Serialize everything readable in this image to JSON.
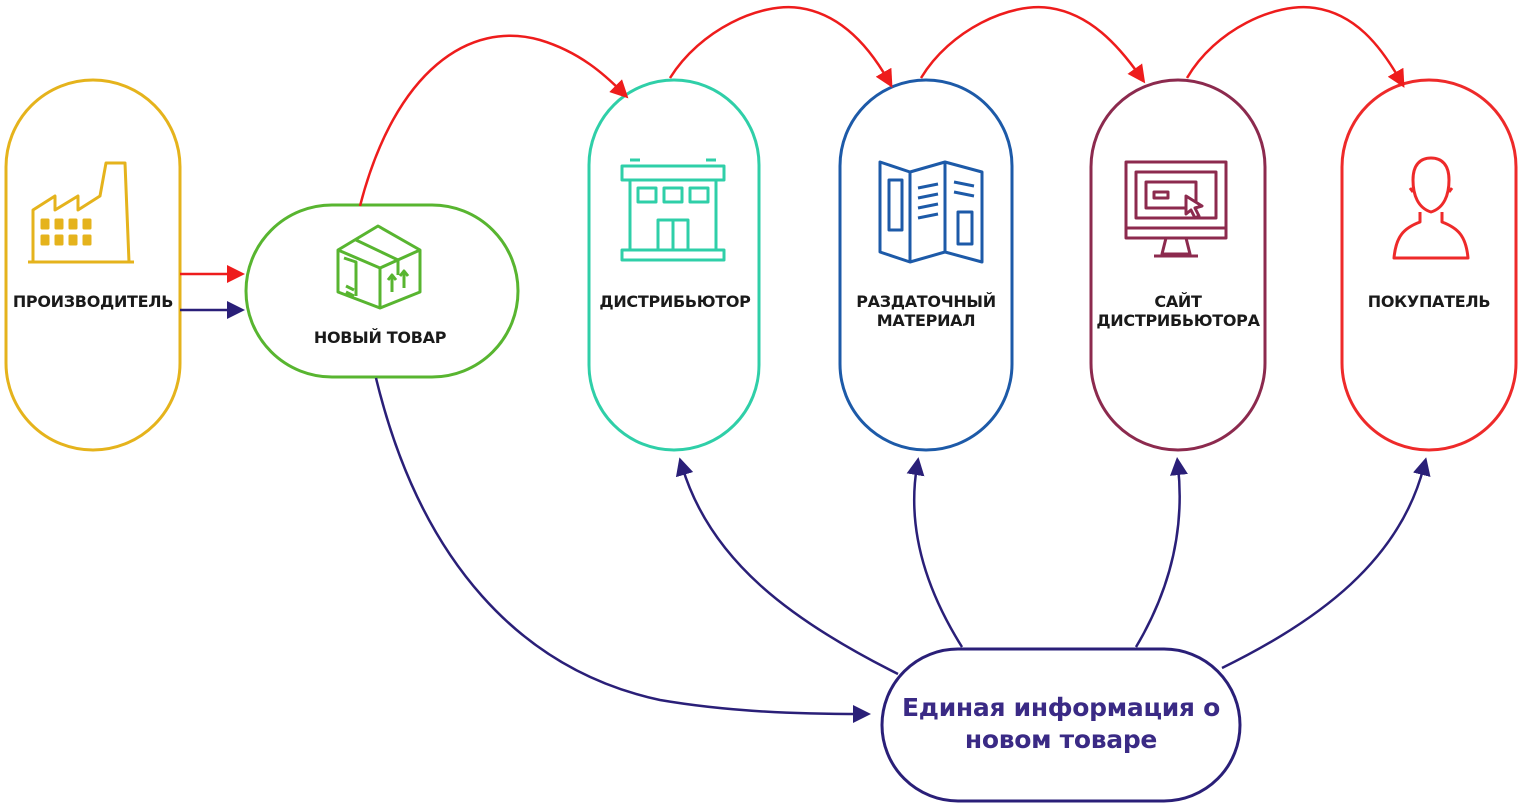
{
  "colors": {
    "manufacturer": "#e5b31c",
    "new_product": "#58b530",
    "distributor": "#2fcfa8",
    "handout": "#1d5aa8",
    "site": "#8c2a4e",
    "buyer": "#ee2a2a",
    "info": "#2a1f78",
    "arrow_red": "#ee1c1c",
    "arrow_blue": "#2a1f78"
  },
  "nodes": {
    "manufacturer": {
      "label": "ПРОИЗВОДИТЕЛЬ",
      "icon": "factory-icon"
    },
    "new_product": {
      "label": "НОВЫЙ ТОВАР",
      "icon": "package-box-icon"
    },
    "distributor": {
      "label": "ДИСТРИБЬЮТОР",
      "icon": "building-icon"
    },
    "handout": {
      "label_line1": "РАЗДАТОЧНЫЙ",
      "label_line2": "МАТЕРИАЛ",
      "icon": "brochure-icon"
    },
    "site": {
      "label_line1": "САЙТ",
      "label_line2": "ДИСТРИБЬЮТОРА",
      "icon": "monitor-cursor-icon"
    },
    "buyer": {
      "label": "ПОКУПАТЕЛЬ",
      "icon": "person-icon"
    },
    "info": {
      "label_line1": "Единая информация о",
      "label_line2": "новом товаре"
    }
  }
}
